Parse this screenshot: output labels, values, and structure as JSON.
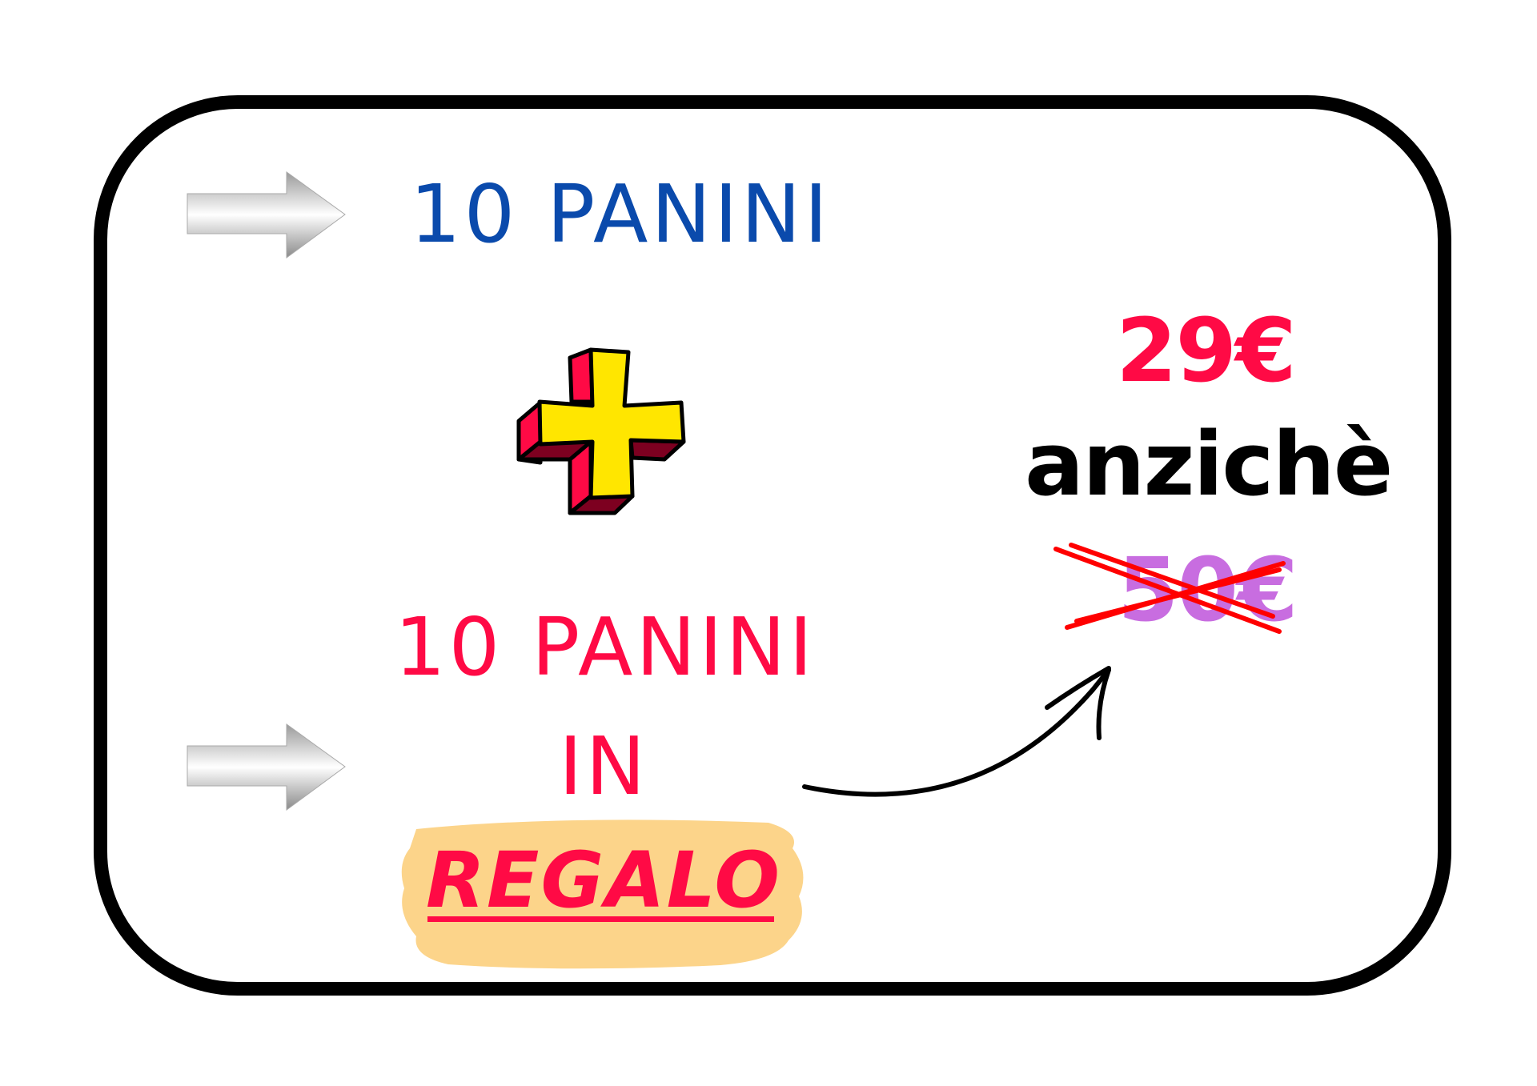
{
  "offer": {
    "line1": "10 PANINI",
    "line2": "10 PANINI",
    "line3": "IN",
    "gift": "REGALO",
    "price": "29€",
    "instead_of": "anzichè",
    "old_price": "50€"
  },
  "colors": {
    "blue": "#0a4aac",
    "red": "#ff0a45",
    "purple": "#c86de0",
    "highlight": "#fcd48a",
    "plus_yellow": "#ffe600"
  },
  "icons": [
    "arrow-right-icon",
    "plus-icon",
    "curved-arrow-icon",
    "strikethrough-cross-icon"
  ]
}
